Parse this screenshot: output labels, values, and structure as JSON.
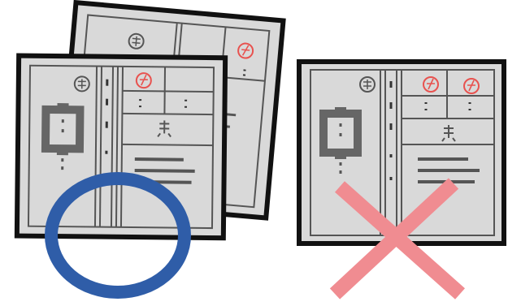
{
  "illustration": {
    "left_example": {
      "verdict_icon": "circle-correct-icon",
      "documents": [
        "back-form-sheet",
        "front-form-sheet"
      ],
      "verdict_color": "#2f5da8"
    },
    "right_example": {
      "verdict_icon": "cross-incorrect-icon",
      "documents": [
        "single-form-sheet"
      ],
      "verdict_color": "#f08c91"
    },
    "colors": {
      "sheet_fill": "#d9d9d9",
      "sheet_border": "#111111",
      "line": "#555555",
      "block": "#666666",
      "seal": "#e8524f"
    }
  }
}
